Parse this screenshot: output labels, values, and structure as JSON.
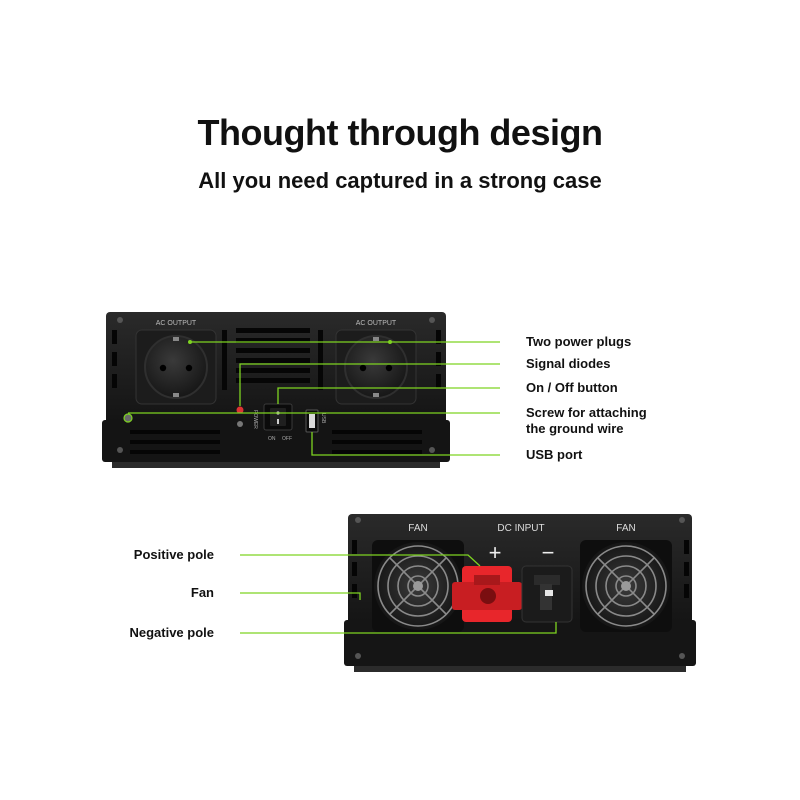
{
  "header": {
    "title": "Thought through design",
    "subtitle": "All you need captured in a strong case"
  },
  "front_panel": {
    "socket_labels": [
      "AC OUTPUT",
      "AC OUTPUT"
    ],
    "switch_text": "POWER",
    "switch_marks": [
      "ON",
      "OFF"
    ],
    "usb_text": "USB",
    "callouts": [
      {
        "label": "Two power plugs"
      },
      {
        "label": "Signal diodes"
      },
      {
        "label": "On / Off button"
      },
      {
        "label": "Screw for attaching\nthe ground wire"
      },
      {
        "label": "USB port"
      }
    ]
  },
  "rear_panel": {
    "fan_labels": [
      "FAN",
      "FAN"
    ],
    "input_label": "DC INPUT",
    "positive_symbol": "+",
    "negative_symbol": "−",
    "callouts": [
      {
        "label": "Positive pole"
      },
      {
        "label": "Fan"
      },
      {
        "label": "Negative pole"
      }
    ]
  },
  "colors": {
    "accent": "#7ed321",
    "case": "#161616",
    "positive_terminal": "#e8262b",
    "negative_terminal": "#1b1b1b"
  }
}
